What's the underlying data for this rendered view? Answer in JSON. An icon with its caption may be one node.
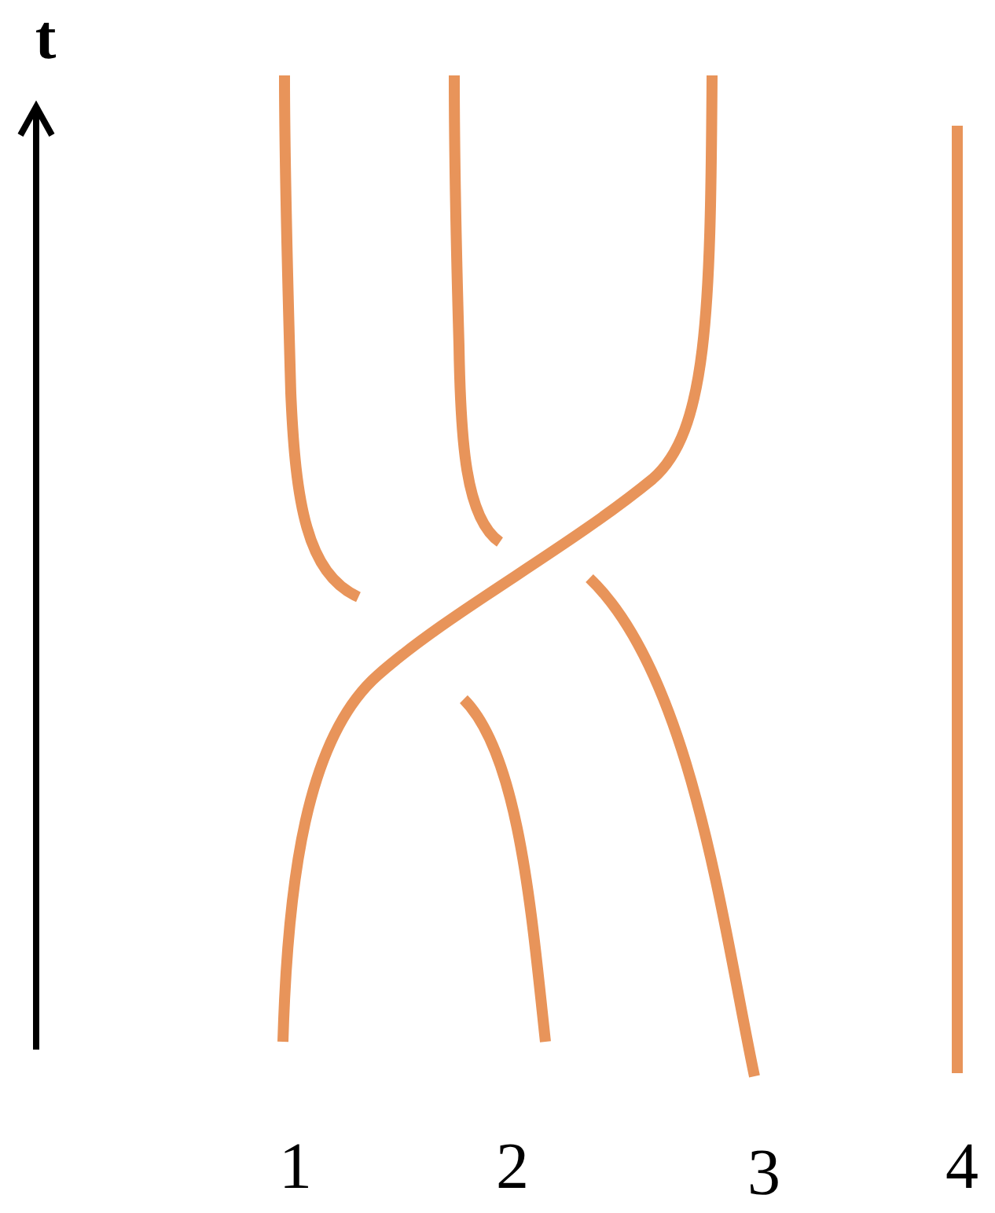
{
  "diagram": {
    "labels": [
      "t",
      "1",
      "2",
      "3",
      "4"
    ]
  }
}
